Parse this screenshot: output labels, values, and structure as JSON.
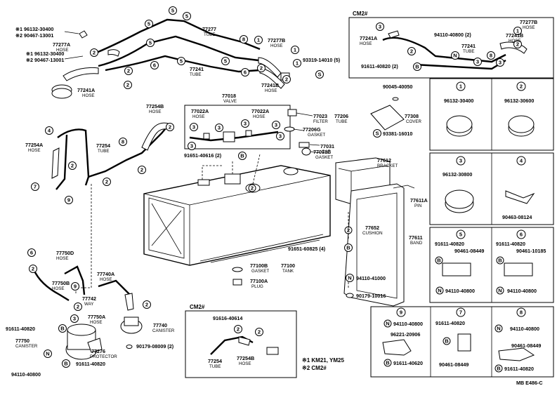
{
  "labels": {
    "cm2_top": "CM2#",
    "cm2_bottom": "CM2#",
    "footer_code": "MB  E486-C",
    "legend_1": "※1 KM21, YM25",
    "legend_2": "※2 CM2#"
  },
  "parts": {
    "p96132_30400_a": "※1 96132-30400",
    "p90467_13001_a": "※2 90467-13001",
    "p96132_30400_b": "※1 96132-30400",
    "p90467_13001_b": "※2 90467-13001",
    "p77277A": "77277A",
    "p77277A_cap": "HOSE",
    "p77277": "77277",
    "p77277_cap": "TUBE",
    "p77241": "77241",
    "p77241_cap": "TUBE",
    "p77241A": "77241A",
    "p77241A_cap": "HOSE",
    "p77277B": "77277B",
    "p77277B_cap": "HOSE",
    "p77241B": "77241B",
    "p77241B_cap": "HOSE",
    "p93319": "93319-14010 (5)",
    "p77254B": "77254B",
    "p77254B_cap": "HOSE",
    "p77018": "77018",
    "p77018_cap": "VALVE",
    "p77022A_1": "77022A",
    "p77022A_1_cap": "HOSE",
    "p77022A_2": "77022A",
    "p77022A_2_cap": "HOSE",
    "p77023": "77023",
    "p77023_cap": "FILTER",
    "p77206": "77206",
    "p77206_cap": "TUBE",
    "p77206G": "77206G",
    "p77206G_cap": "GASKET",
    "p77031": "77031",
    "p77031_cap": "CAP",
    "p77031B": "77031B",
    "p77031B_cap": "GASKET",
    "p90045": "90045-40050",
    "p77308": "77308",
    "p77308_cap": "COVER",
    "p93381": "93381-16010",
    "p77254A": "77254A",
    "p77254A_cap": "HOSE",
    "p77254": "77254",
    "p77254_cap": "TUBE",
    "p91651_40616": "91651-40616 (2)",
    "p77612": "77612",
    "p77612_cap": "BRACKET",
    "p77611A": "77611A",
    "p77611A_cap": "PIN",
    "p77652": "77652",
    "p77652_cap": "CUSHION",
    "p77611": "77611",
    "p77611_cap": "BAND",
    "p91651_60825": "91651-60825 (4)",
    "p94110_41000": "94110-41000",
    "p90179_10016": "90179-10016",
    "p77100B": "77100B",
    "p77100B_cap": "GASKET",
    "p77100": "77100",
    "p77100_cap": "TANK",
    "p77100A": "77100A",
    "p77100A_cap": "PLUG",
    "p77750D": "77750D",
    "p77750D_cap": "HOSE",
    "p77740A": "77740A",
    "p77740A_cap": "HOSE",
    "p77750B": "77750B",
    "p77750B_cap": "HOSE",
    "p77742": "77742",
    "p77742_cap": "WAY",
    "p77750A": "77750A",
    "p77750A_cap": "HOSE",
    "p77740": "77740",
    "p77740_cap": "CANISTER",
    "p91611_40820_l": "91611-40820",
    "p77750": "77750",
    "p77750_cap": "CANISTER",
    "p77276": "77276",
    "p77276_cap": "PROTECTOR",
    "p90179_08009": "90179-08009 (2)",
    "p94110_40800_l": "94110-40800",
    "p91611_40820_l2": "91611-40820",
    "p91616_40614": "91616-40614",
    "p77254_b": "77254",
    "p77254_b_cap": "TUBE",
    "p77254B_b": "77254B",
    "p77254B_b_cap": "HOSE"
  },
  "cm2_top_parts": {
    "p77241A": "77241A",
    "p77241A_cap": "HOSE",
    "p94110_40800": "94110-40800 (2)",
    "p77241": "77241",
    "p77241_cap": "TUBE",
    "p77277B": "77277B",
    "p77277B_cap": "HOSE",
    "p77241B": "77241B",
    "p77241B_cap": "HOSE",
    "p91611_40820": "91611-40820 (2)"
  },
  "details": {
    "d1_part": "96132-30400",
    "d2_part": "96132-30600",
    "d3_part": "96132-30800",
    "d4_part": "90463-08124",
    "d5_a": "91611-40820",
    "d5_b": "90461-08449",
    "d5_c": "94110-40800",
    "d6_a": "91611-40820",
    "d6_b": "90461-10185",
    "d6_c": "94110-40800",
    "d9_a": "94110-40800",
    "d9_b": "96221-20906",
    "d9_c": "91611-40620",
    "d7_a": "91611-40820",
    "d7_b": "90461-08449",
    "d8_a": "94110-40800",
    "d8_b": "90461-08449",
    "d8_c": "91611-40820"
  },
  "callouts": [
    "1",
    "2",
    "3",
    "4",
    "5",
    "6",
    "7",
    "8",
    "9",
    "N",
    "B",
    "S"
  ]
}
